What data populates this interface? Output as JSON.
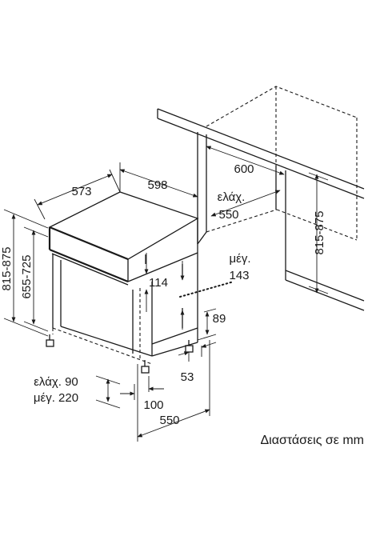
{
  "diagram": {
    "labels": {
      "depth_573": "573",
      "width_598": "598",
      "niche_width_600": "600",
      "niche_depth_min_prefix": "ελάχ.",
      "niche_depth_550": "550",
      "niche_height_range": "815-875",
      "height_range_outer": "815-875",
      "height_range_inner": "655-725",
      "panel_114": "114",
      "max_prefix": "μέγ.",
      "max_143": "143",
      "dim_89": "89",
      "dim_53": "53",
      "plinth_min": "ελάχ. 90",
      "plinth_max": "μέγ. 220",
      "dim_100": "100",
      "dim_550": "550"
    },
    "caption": "Διαστάσεις σε mm"
  }
}
